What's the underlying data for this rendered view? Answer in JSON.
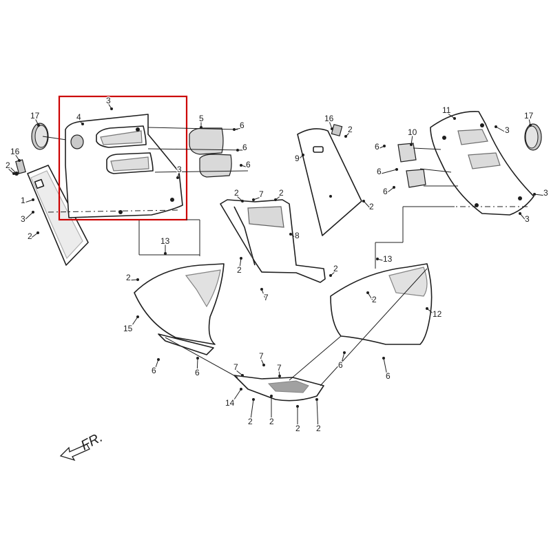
{
  "highlight": {
    "color": "#cc0000"
  },
  "direction_label": "FR.",
  "labels": [
    {
      "id": "c17a",
      "text": "17"
    },
    {
      "id": "c4",
      "text": "4"
    },
    {
      "id": "c3a",
      "text": "3"
    },
    {
      "id": "c5",
      "text": "5"
    },
    {
      "id": "c6a",
      "text": "6"
    },
    {
      "id": "c6b",
      "text": "6"
    },
    {
      "id": "c6c",
      "text": "6"
    },
    {
      "id": "c3b",
      "text": "3"
    },
    {
      "id": "c16a",
      "text": "16"
    },
    {
      "id": "c2a",
      "text": "2"
    },
    {
      "id": "c1",
      "text": "1"
    },
    {
      "id": "c3c",
      "text": "3"
    },
    {
      "id": "c2b",
      "text": "2"
    },
    {
      "id": "c16b",
      "text": "16"
    },
    {
      "id": "c2c",
      "text": "2"
    },
    {
      "id": "c9",
      "text": "9"
    },
    {
      "id": "c2d",
      "text": "2"
    },
    {
      "id": "c2e",
      "text": "2"
    },
    {
      "id": "c7a",
      "text": "7"
    },
    {
      "id": "c2f",
      "text": "2"
    },
    {
      "id": "c8",
      "text": "8"
    },
    {
      "id": "c2g",
      "text": "2"
    },
    {
      "id": "c2h",
      "text": "2"
    },
    {
      "id": "c7b",
      "text": "7"
    },
    {
      "id": "c11",
      "text": "11"
    },
    {
      "id": "c17b",
      "text": "17"
    },
    {
      "id": "c10",
      "text": "10"
    },
    {
      "id": "c3d",
      "text": "3"
    },
    {
      "id": "c6d",
      "text": "6"
    },
    {
      "id": "c6e",
      "text": "6"
    },
    {
      "id": "c6f",
      "text": "6"
    },
    {
      "id": "c3e",
      "text": "3"
    },
    {
      "id": "c3f",
      "text": "3"
    },
    {
      "id": "c13a",
      "text": "13"
    },
    {
      "id": "c2i",
      "text": "2"
    },
    {
      "id": "c15",
      "text": "15"
    },
    {
      "id": "c6g",
      "text": "6"
    },
    {
      "id": "c6h",
      "text": "6"
    },
    {
      "id": "c13b",
      "text": "13"
    },
    {
      "id": "c2j",
      "text": "2"
    },
    {
      "id": "c12",
      "text": "12"
    },
    {
      "id": "c6i",
      "text": "6"
    },
    {
      "id": "c6j",
      "text": "6"
    },
    {
      "id": "c7c",
      "text": "7"
    },
    {
      "id": "c7d",
      "text": "7"
    },
    {
      "id": "c7e",
      "text": "7"
    },
    {
      "id": "c14",
      "text": "14"
    },
    {
      "id": "c2k",
      "text": "2"
    },
    {
      "id": "c2l",
      "text": "2"
    },
    {
      "id": "c2m",
      "text": "2"
    },
    {
      "id": "c2n",
      "text": "2"
    }
  ]
}
